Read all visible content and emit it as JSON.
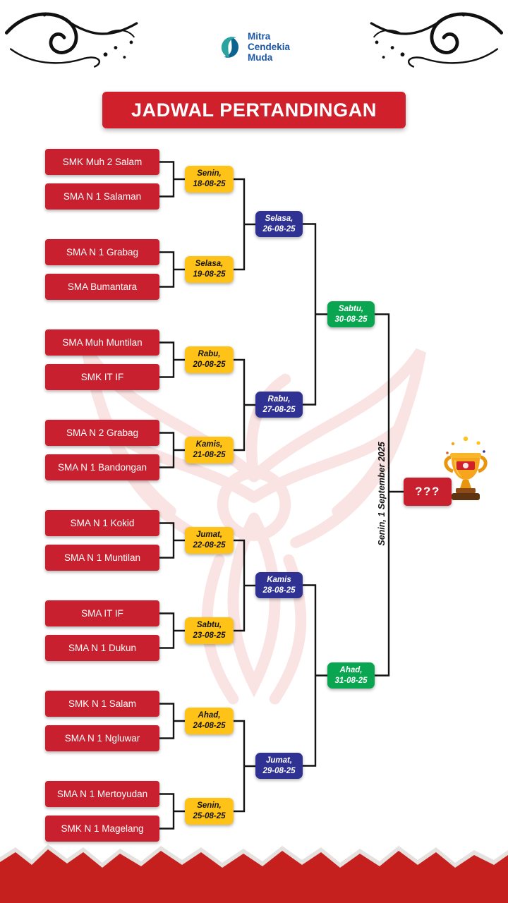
{
  "logo": {
    "name_lines": [
      "Mitra",
      "Cendekia",
      "Muda"
    ]
  },
  "title": "JADWAL PERTANDINGAN",
  "matches": {
    "round1": [
      {
        "team1": "SMK Muh 2 Salam",
        "team2": "SMA N 1 Salaman",
        "day": "Senin,",
        "date": "18-08-25"
      },
      {
        "team1": "SMA N 1 Grabag",
        "team2": "SMA Bumantara",
        "day": "Selasa,",
        "date": "19-08-25"
      },
      {
        "team1": "SMA Muh Muntilan",
        "team2": "SMK IT IF",
        "day": "Rabu,",
        "date": "20-08-25"
      },
      {
        "team1": "SMA N 2 Grabag",
        "team2": "SMA N 1 Bandongan",
        "day": "Kamis,",
        "date": "21-08-25"
      },
      {
        "team1": "SMA N 1 Kokid",
        "team2": "SMA N 1 Muntilan",
        "day": "Jumat,",
        "date": "22-08-25"
      },
      {
        "team1": "SMA IT IF",
        "team2": "SMA N 1 Dukun",
        "day": "Sabtu,",
        "date": "23-08-25"
      },
      {
        "team1": "SMK N 1 Salam",
        "team2": "SMA N 1 Ngluwar",
        "day": "Ahad,",
        "date": "24-08-25"
      },
      {
        "team1": "SMA N 1 Mertoyudan",
        "team2": "SMK N 1 Magelang",
        "day": "Senin,",
        "date": "25-08-25"
      }
    ],
    "round2": [
      {
        "day": "Selasa,",
        "date": "26-08-25"
      },
      {
        "day": "Rabu,",
        "date": "27-08-25"
      },
      {
        "day": "Kamis",
        "date": "28-08-25"
      },
      {
        "day": "Jumat,",
        "date": "29-08-25"
      }
    ],
    "semifinals": [
      {
        "day": "Sabtu,",
        "date": "30-08-25"
      },
      {
        "day": "Ahad,",
        "date": "31-08-25"
      }
    ]
  },
  "final": {
    "label": "???",
    "date_vertical": "Senin, 1 September 2025"
  },
  "colors": {
    "team_red": "#C8202E",
    "round1_yellow": "#FFC217",
    "round2_navy": "#2F3193",
    "semifinal_green": "#09A550",
    "bracket_line": "#141414"
  }
}
